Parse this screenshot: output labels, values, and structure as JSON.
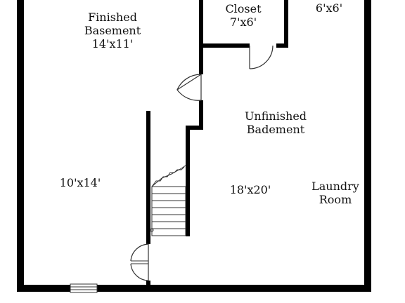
{
  "floorplan": {
    "colors": {
      "wall": "#000000",
      "background": "#ffffff",
      "fixture": "#333333"
    },
    "rooms": {
      "finished_basement": {
        "name_line1": "Finished",
        "name_line2": "Basement",
        "size": "14'x11'"
      },
      "closet": {
        "name": "Closet",
        "size": "7'x6'"
      },
      "small_room": {
        "size": "6'x6'"
      },
      "unfinished_basement": {
        "name_line1": "Unfinished",
        "name_line2": "Badement",
        "size": "18'x20'"
      },
      "left_room": {
        "size": "10'x14'"
      },
      "laundry": {
        "name_line1": "Laundry",
        "name_line2": "Room"
      }
    }
  }
}
